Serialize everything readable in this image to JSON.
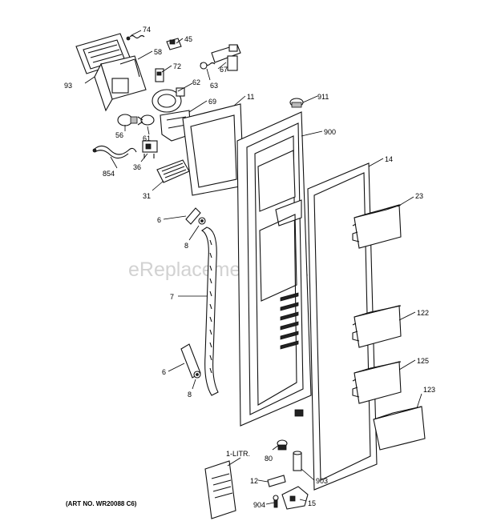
{
  "watermark": "eReplacementParts.com",
  "art_number": "(ART NO. WR20088 C6)",
  "callouts": {
    "p74": "74",
    "p45": "45",
    "p93": "93",
    "p58": "58",
    "p72": "72",
    "p67": "67",
    "p62": "62",
    "p63": "63",
    "p69": "69",
    "p11": "11",
    "p911": "911",
    "p900": "900",
    "p56": "56",
    "p61": "61",
    "p36": "36",
    "p854": "854",
    "p31": "31",
    "p14": "14",
    "p23": "23",
    "p6a": "6",
    "p8a": "8",
    "p7": "7",
    "p122": "122",
    "p125": "125",
    "p6b": "6",
    "p8b": "8",
    "p123": "123",
    "p1litr": "1-LITR.",
    "p80": "80",
    "p12": "12",
    "p903": "903",
    "p904": "904",
    "p15": "15"
  }
}
